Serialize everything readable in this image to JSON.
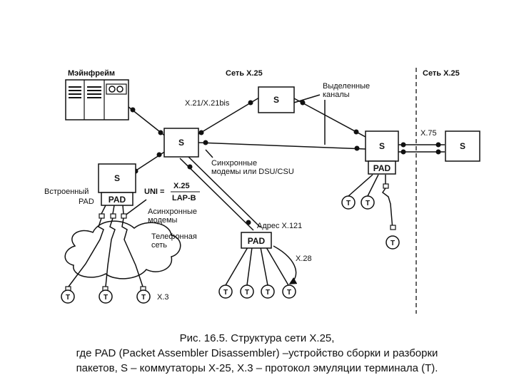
{
  "labels": {
    "mainframe": "Мэйнфрейм",
    "net_left": "Сеть X.25",
    "net_right": "Сеть X.25",
    "x21": "X.21/X.21bis",
    "dedicated1": "Выделенные",
    "dedicated2": "каналы",
    "x75": "X.75",
    "sync1": "Синхронные",
    "sync2": "модемы или DSU/CSU",
    "builtin1": "Встроенный",
    "builtin2": "PAD",
    "uni_prefix": "UNI =",
    "uni_top": "X.25",
    "uni_bottom": "LAP-B",
    "async1": "Асинхронные",
    "async2": "модемы",
    "phone1": "Телефонная",
    "phone2": "сеть",
    "addr": "Адрес X.121",
    "x28": "X.28",
    "x3": "X.3"
  },
  "nodes": {
    "switch": "S",
    "pad": "PAD",
    "terminal": "T"
  },
  "caption": {
    "line1": "Рис. 16.5. Структура сети X.25,",
    "line2": "где PAD (Packet Assembler Disassembler) –устройство сборки и разборки",
    "line3": "пакетов, S – коммутаторы X-25, X.3 – протокол эмуляции терминала (T)."
  }
}
